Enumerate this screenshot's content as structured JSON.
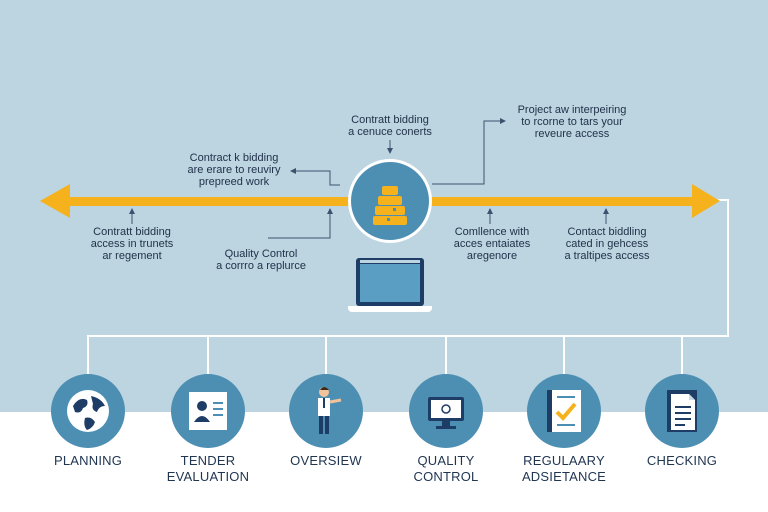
{
  "hub": {
    "icon": "stacked-blocks-icon",
    "color": "#f5b21c"
  },
  "laptop": {
    "icon": "laptop-icon"
  },
  "annotations": {
    "top_center": [
      "Contratt bidding",
      "a cenuce conerts"
    ],
    "top_right": [
      "Project aw interpeiring",
      "to rcorne to tars your",
      "reveure access"
    ],
    "upper_left": [
      "Contract k bidding",
      "are erare to reuviry",
      "prepreed work"
    ],
    "lower_far_left": [
      "Contratt bidding",
      "access in trunets",
      "ar regement"
    ],
    "lower_mid_left": [
      "Quality Control",
      "a corrro a replurce"
    ],
    "lower_mid_right": [
      "Comllence with",
      "acces entaiates",
      "aregenore"
    ],
    "lower_far_right": [
      "Contact biddling",
      "cated in gehcess",
      "a traltipes access"
    ]
  },
  "stages": [
    {
      "lines": [
        "PLANNING"
      ],
      "icon": "globe-icon"
    },
    {
      "lines": [
        "TENDER",
        "EVALUATION"
      ],
      "icon": "id-document-icon"
    },
    {
      "lines": [
        "OVERSIEW"
      ],
      "icon": "presenter-icon"
    },
    {
      "lines": [
        "QUALITY",
        "CONTROL"
      ],
      "icon": "monitor-icon"
    },
    {
      "lines": [
        "REGULAARY",
        "ADSIETANCE"
      ],
      "icon": "checklist-icon"
    },
    {
      "lines": [
        "CHECKING"
      ],
      "icon": "document-icon"
    }
  ],
  "colors": {
    "arrow": "#f5b21c",
    "circle": "#4d8fb3",
    "background": "#bcd5e1"
  }
}
